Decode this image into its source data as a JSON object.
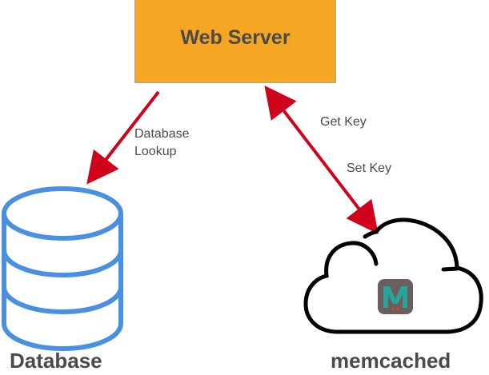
{
  "web_server": {
    "label": "Web Server",
    "fill": "#f5a623"
  },
  "edges": [
    {
      "from": "Web Server",
      "to": "Database",
      "label_line1": "Database",
      "label_line2": "Lookup",
      "direction": "one-way"
    },
    {
      "from": "Web Server",
      "to": "memcached",
      "label_get": "Get Key",
      "label_set": "Set Key",
      "direction": "two-way"
    }
  ],
  "database": {
    "label": "Database",
    "icon": "database-icon",
    "color": "#4a90e2"
  },
  "memcached": {
    "label": "memcached",
    "icon": "cloud-icon",
    "logo": "memcached-logo-icon",
    "logo_letter": "M"
  },
  "arrow_color": "#d0021b"
}
